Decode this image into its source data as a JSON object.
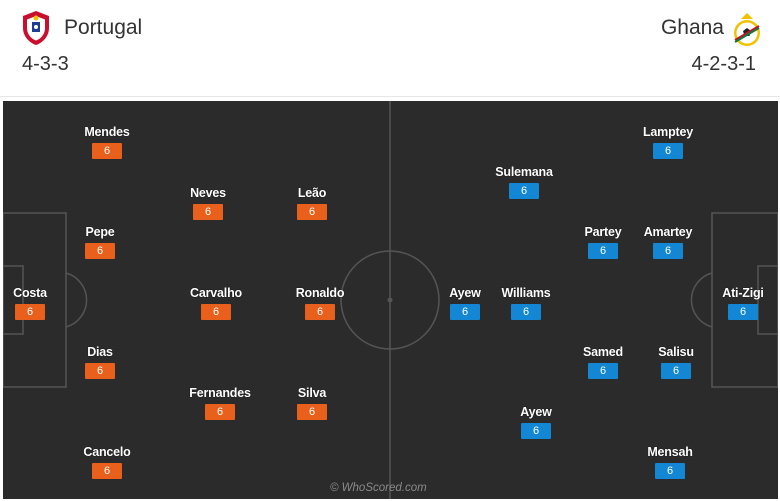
{
  "home": {
    "name": "Portugal",
    "formation": "4-3-3",
    "color": "#e8601c",
    "crest_icon": "portugal-federation-crest-icon",
    "players": [
      {
        "name": "Costa",
        "rating": "6"
      },
      {
        "name": "Mendes",
        "rating": "6"
      },
      {
        "name": "Pepe",
        "rating": "6"
      },
      {
        "name": "Dias",
        "rating": "6"
      },
      {
        "name": "Cancelo",
        "rating": "6"
      },
      {
        "name": "Neves",
        "rating": "6"
      },
      {
        "name": "Carvalho",
        "rating": "6"
      },
      {
        "name": "Fernandes",
        "rating": "6"
      },
      {
        "name": "Leão",
        "rating": "6"
      },
      {
        "name": "Ronaldo",
        "rating": "6"
      },
      {
        "name": "Silva",
        "rating": "6"
      }
    ]
  },
  "away": {
    "name": "Ghana",
    "formation": "4-2-3-1",
    "color": "#1487d4",
    "crest_icon": "ghana-federation-crest-icon",
    "players": [
      {
        "name": "Ati-Zigi",
        "rating": "6"
      },
      {
        "name": "Lamptey",
        "rating": "6"
      },
      {
        "name": "Amartey",
        "rating": "6"
      },
      {
        "name": "Salisu",
        "rating": "6"
      },
      {
        "name": "Mensah",
        "rating": "6"
      },
      {
        "name": "Partey",
        "rating": "6"
      },
      {
        "name": "Samed",
        "rating": "6"
      },
      {
        "name": "Sulemana",
        "rating": "6"
      },
      {
        "name": "Williams",
        "rating": "6"
      },
      {
        "name": "Ayew",
        "rating": "6"
      },
      {
        "name": "Ayew",
        "rating": "6"
      }
    ]
  },
  "watermark": "© WhoScored.com"
}
